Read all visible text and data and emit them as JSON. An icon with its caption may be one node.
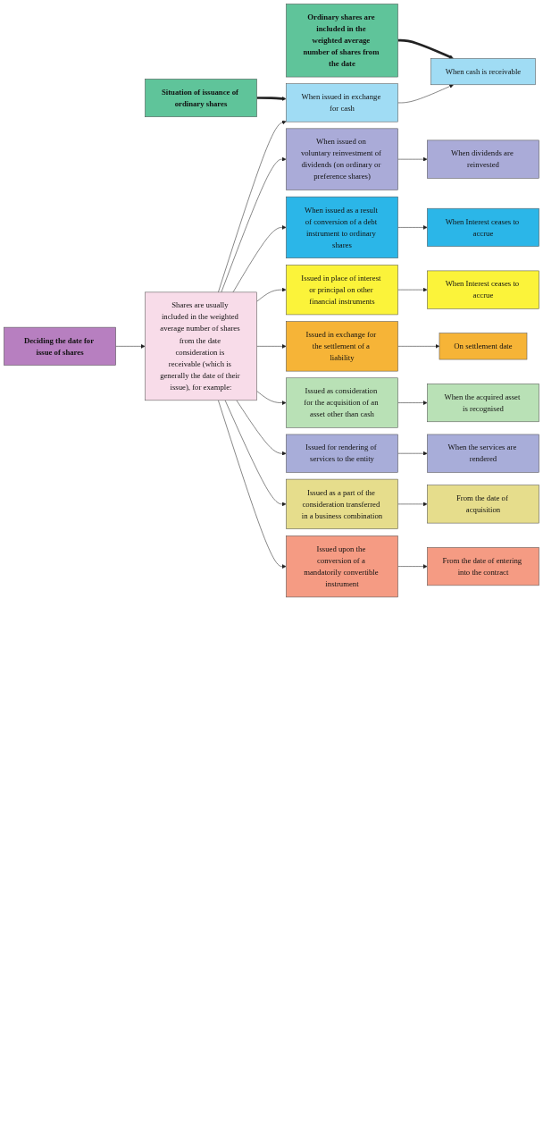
{
  "diagram": {
    "nodes": [
      {
        "text": [
          "Deciding the date for issue of shares"
        ]
      },
      {
        "text": [
          "Shares are usually included in the weighted average number of shares from the date consideration is receivable (which is generally the date of their issue), for example:"
        ]
      },
      {
        "text": [
          "Situation of issuance of ordinary shares"
        ]
      },
      {
        "text": [
          "Ordinary shares are included in the weighted average number of shares from the date"
        ]
      },
      {
        "text": [
          "When issued in exchange for cash"
        ]
      },
      {
        "text": [
          "When cash is receivable"
        ]
      },
      {
        "text": [
          "When issued on voluntary reinvestment of dividends (on ordinary or preference shares)"
        ]
      },
      {
        "text": [
          "When dividends are reinvested"
        ]
      },
      {
        "text": [
          "When issued as a result of conversion of a debt instrument to ordinary shares"
        ]
      },
      {
        "text": [
          "When Interest ceases to accrue"
        ]
      },
      {
        "text": [
          "Issued in place of interest or principal on other financial instruments"
        ]
      },
      {
        "text": [
          "When Interest ceases to accrue"
        ]
      },
      {
        "text": [
          "Issued in exchange for the settlement of a liability"
        ]
      },
      {
        "text": [
          "On settlement date"
        ]
      },
      {
        "text": [
          "Issued as consideration for the acquisition of an asset other than cash"
        ]
      },
      {
        "text": [
          "When the acquired asset is recognised"
        ]
      },
      {
        "text": [
          "Issued for rendering of services to the entity"
        ]
      },
      {
        "text": [
          "When the services are rendered"
        ]
      },
      {
        "text": [
          "Issued as a part of the consideration transferred in a business combination"
        ]
      },
      {
        "text": [
          "From the date of acquisition"
        ]
      },
      {
        "text": [
          "Issued upon the conversion of a mandatorily convertible instrument"
        ]
      },
      {
        "text": [
          "From the date of entering into the contract"
        ]
      }
    ],
    "edges": [
      {
        "from": 0,
        "to": 1,
        "arrow": "to"
      },
      {
        "from": 2,
        "to": 4,
        "arrow": "to",
        "style": "thick"
      },
      {
        "from": 3,
        "to": 5,
        "arrow": "to",
        "style": "thick"
      },
      {
        "from": 1,
        "to": 4,
        "arrow": "to"
      },
      {
        "from": 4,
        "to": 5,
        "arrow": "to"
      },
      {
        "from": 1,
        "to": 6,
        "arrow": "to"
      },
      {
        "from": 6,
        "to": 7,
        "arrow": "to"
      },
      {
        "from": 1,
        "to": 8,
        "arrow": "to"
      },
      {
        "from": 8,
        "to": 9,
        "arrow": "to"
      },
      {
        "from": 1,
        "to": 10,
        "arrow": "to"
      },
      {
        "from": 10,
        "to": 11,
        "arrow": "to"
      },
      {
        "from": 1,
        "to": 12,
        "arrow": "to"
      },
      {
        "from": 12,
        "to": 13,
        "arrow": "to"
      },
      {
        "from": 1,
        "to": 14,
        "arrow": "to"
      },
      {
        "from": 14,
        "to": 15,
        "arrow": "to"
      },
      {
        "from": 1,
        "to": 16,
        "arrow": "to"
      },
      {
        "from": 16,
        "to": 17,
        "arrow": "to"
      },
      {
        "from": 1,
        "to": 18,
        "arrow": "to"
      },
      {
        "from": 18,
        "to": 19,
        "arrow": "to"
      },
      {
        "from": 1,
        "to": 20,
        "arrow": "to"
      },
      {
        "from": 20,
        "to": 21,
        "arrow": "to"
      }
    ]
  }
}
